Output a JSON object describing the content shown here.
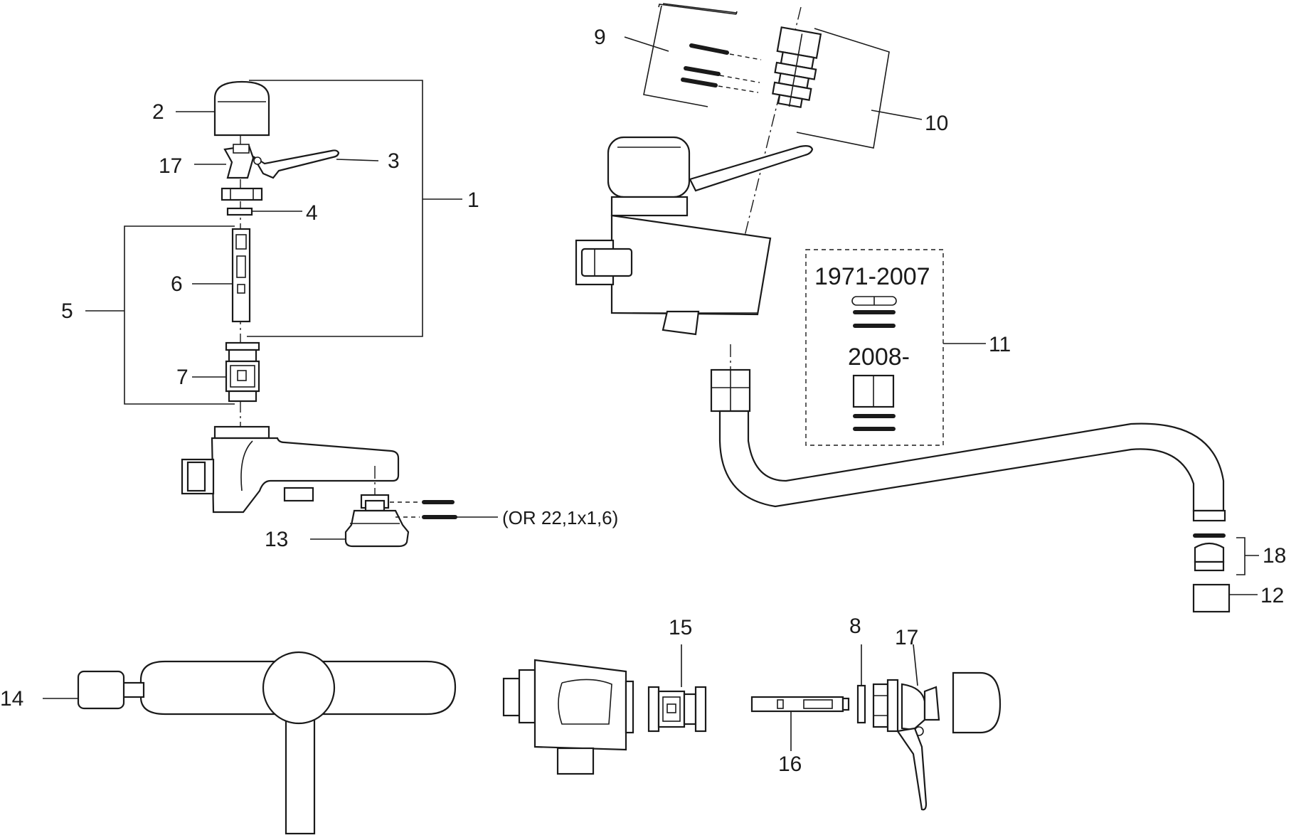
{
  "diagram": {
    "labels": {
      "1": "1",
      "2": "2",
      "3": "3",
      "4": "4",
      "5": "5",
      "6": "6",
      "7": "7",
      "8": "8",
      "9": "9",
      "10": "10",
      "11": "11",
      "12": "12",
      "13": "13",
      "14": "14",
      "15": "15",
      "16": "16",
      "17a": "17",
      "17b": "17",
      "18": "18"
    },
    "oring_note": "(OR 22,1x1,6)",
    "box11": {
      "range_old": "1971-2007",
      "range_new": "2008-"
    }
  }
}
